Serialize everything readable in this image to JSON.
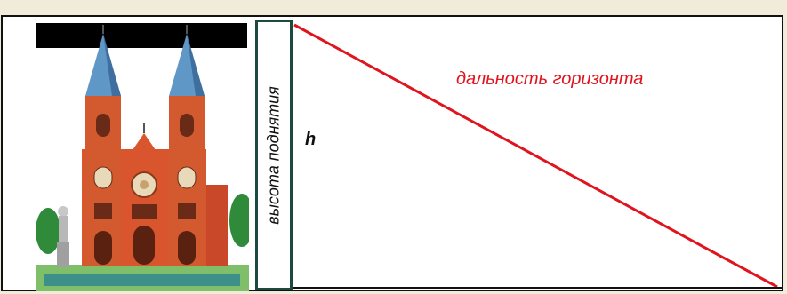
{
  "diagram": {
    "height_label": "высота поднятия",
    "h_symbol": "h",
    "horizon_label": "дальность горизонта",
    "line_color": "#e0141e"
  },
  "illustration": {
    "subject": "cathedral-icon"
  }
}
